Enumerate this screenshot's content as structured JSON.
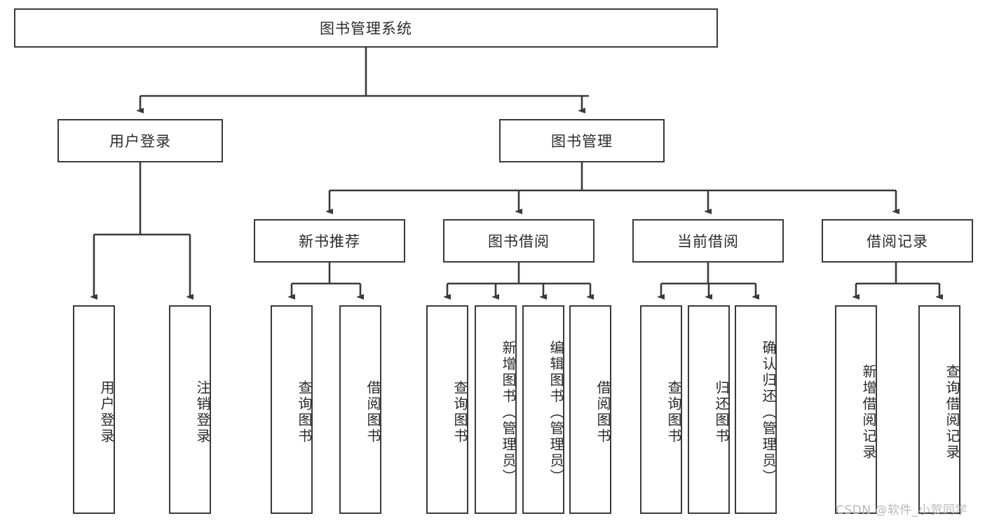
{
  "diagram": {
    "title": "图书管理系统",
    "root": {
      "label": "图书管理系统"
    },
    "level1": [
      {
        "label": "用户登录"
      },
      {
        "label": "图书管理"
      }
    ],
    "level2": [
      {
        "label": "新书推荐"
      },
      {
        "label": "图书借阅"
      },
      {
        "label": "当前借阅"
      },
      {
        "label": "借阅记录"
      }
    ],
    "leaves": {
      "user_login": [
        {
          "label": "用户登录"
        },
        {
          "label": "注销登录"
        }
      ],
      "new_book_recommend": [
        {
          "label": "查询图书"
        },
        {
          "label": "借阅图书"
        }
      ],
      "book_borrow": [
        {
          "label": "查询图书"
        },
        {
          "label": "新增图书（管理员）"
        },
        {
          "label": "编辑图书（管理员）"
        },
        {
          "label": "借阅图书"
        }
      ],
      "current_borrow": [
        {
          "label": "查询图书"
        },
        {
          "label": "归还图书"
        },
        {
          "label": "确认归还（管理员）"
        }
      ],
      "borrow_record": [
        {
          "label": "新增借阅记录"
        },
        {
          "label": "查询借阅记录"
        }
      ]
    }
  },
  "watermark": {
    "text": "CSDN @软件_小贺同学"
  },
  "colors": {
    "stroke": "#3a3a3a",
    "text": "#2b2b2b",
    "background": "#ffffff",
    "watermark": "#b8b8b8"
  }
}
